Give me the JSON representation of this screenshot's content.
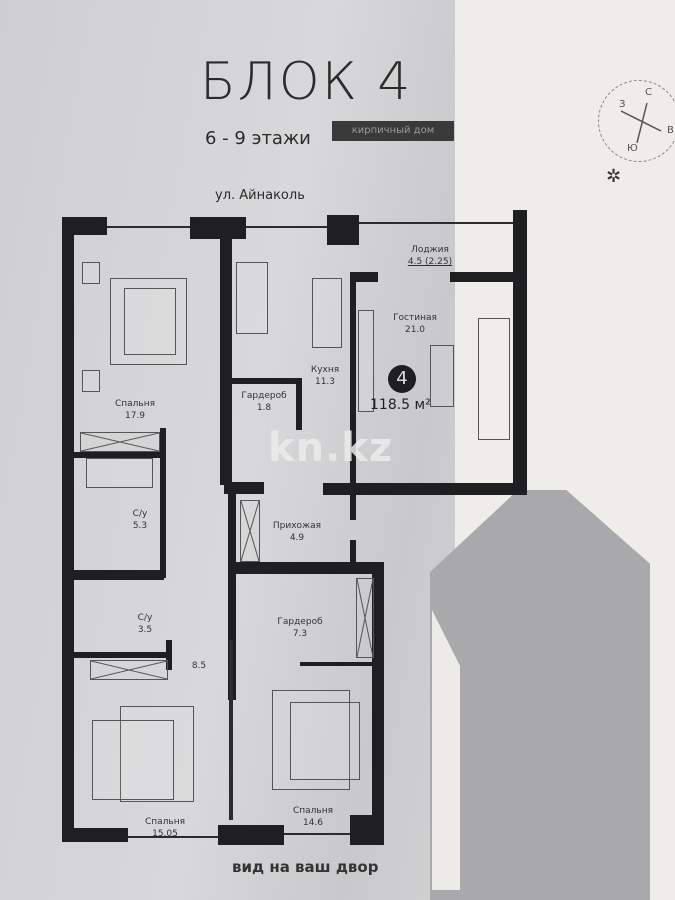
{
  "header": {
    "title": "БЛОК 4",
    "floors": "6 - 9 этажи",
    "badge": "кирпичный дом",
    "street": "ул. Айнаколь"
  },
  "compass": {
    "north": "С",
    "west": "З",
    "south": "Ю",
    "east": "В"
  },
  "apartment": {
    "number": "4",
    "area": "118.5 м²"
  },
  "rooms": [
    {
      "name": "Лоджия",
      "area": "4.5 (2.25)"
    },
    {
      "name": "Гостиная",
      "area": "21.0"
    },
    {
      "name": "Кухня",
      "area": "11.3"
    },
    {
      "name": "Гардероб",
      "area": "1.8"
    },
    {
      "name": "Спальня",
      "area": "17.9"
    },
    {
      "name": "С/у",
      "area": "5.3"
    },
    {
      "name": "Прихожая",
      "area": "4.9"
    },
    {
      "name": "С/у",
      "area": "3.5"
    },
    {
      "name": "",
      "area": "8.5"
    },
    {
      "name": "Гардероб",
      "area": "7.3"
    },
    {
      "name": "Спальня",
      "area": "15.05"
    },
    {
      "name": "Спальня",
      "area": "14.6"
    }
  ],
  "footer": {
    "view": "вид на ваш двор"
  },
  "watermark": "kn.kz",
  "colors": {
    "wall": "#1f1f22",
    "paper": "#d4d4d6",
    "shadow": "#a9a9ab"
  }
}
